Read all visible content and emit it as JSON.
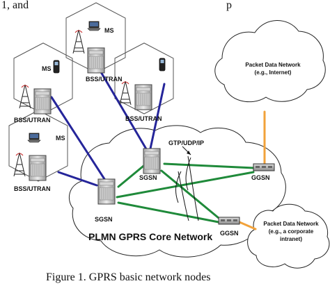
{
  "labels": {
    "top_partial": "1, and",
    "top_partial_right": "p",
    "ms": "MS",
    "bss_utran": "BSS/UTRAN",
    "sgsn": "SGSN",
    "ggsn": "GGSN",
    "gtp_udp_ip": "GTP/UDP/IP",
    "packet_data_network_internet": "Packet Data Network",
    "packet_data_network_internet_sub": "(e.g., Internet)",
    "packet_data_network_intranet": "Packet Data Network",
    "packet_data_network_intranet_sub_1": "(e.g., a corporate",
    "packet_data_network_intranet_sub_2": "intranet)",
    "plmn_core": "PLMN GPRS Core Network"
  },
  "caption": "Figure 1. GPRS basic network nodes",
  "colors": {
    "blue_link": "#25259a",
    "green_link": "#1f8a3a",
    "orange_link": "#f2a23a",
    "hex_outline": "#555555",
    "cloud_outline": "#222222"
  }
}
